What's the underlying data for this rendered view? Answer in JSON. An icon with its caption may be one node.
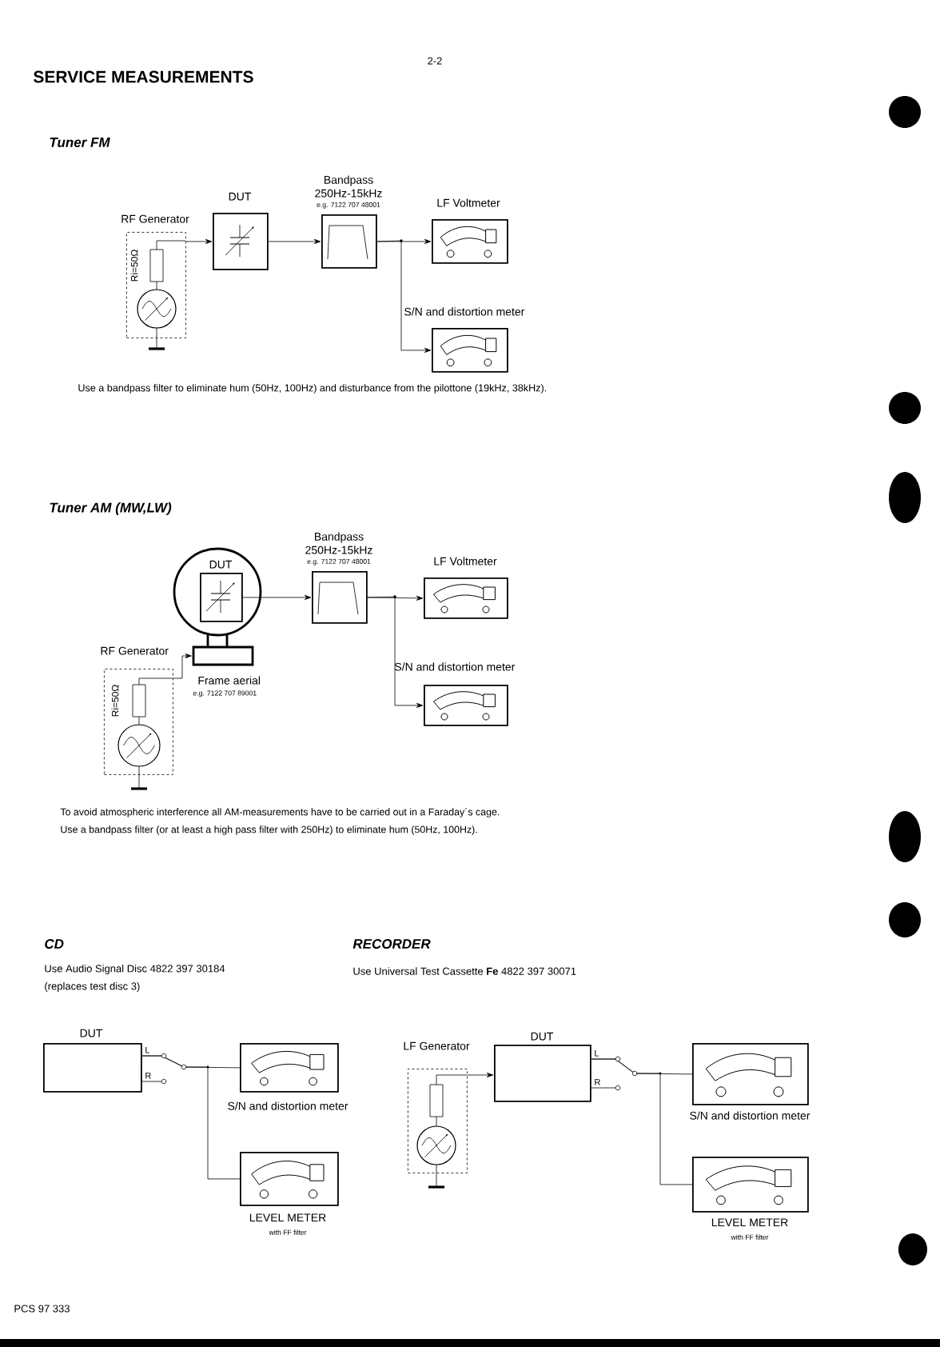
{
  "diagram": {
    "title": "SERVICE MEASUREMENTS",
    "nodes": [
      {
        "text": [
          "RF Generator"
        ]
      },
      {
        "text": [
          "DUT"
        ]
      },
      {
        "text": [
          "Bandpass 250Hz-15kHz",
          "e.g. 7122 707 48001"
        ]
      },
      {
        "text": [
          "LF Voltmeter"
        ]
      },
      {
        "text": [
          "S/N and distortion meter"
        ]
      },
      {
        "text": [
          "Frame aerial",
          "e.g. 7122 707 89001"
        ]
      },
      {
        "text": [
          "DUT"
        ],
        "in": 5
      },
      {
        "text": [
          "RF Generator"
        ]
      },
      {
        "text": [
          "Bandpass 250Hz-15kHz",
          "e.g. 7122 707 48001"
        ]
      },
      {
        "text": [
          "LF Voltmeter"
        ]
      },
      {
        "text": [
          "S/N and distortion meter"
        ]
      },
      {
        "text": [
          "DUT"
        ],
        "beside": [
          "L",
          "R"
        ]
      },
      {
        "text": [
          "S/N and distortion meter"
        ]
      },
      {
        "text": [
          "LEVEL METER",
          "with FF filter"
        ]
      },
      {
        "text": [
          "LF Generator"
        ]
      },
      {
        "text": [
          "DUT"
        ],
        "beside": [
          "L",
          "R"
        ]
      },
      {
        "text": [
          "S/N and distortion meter"
        ]
      },
      {
        "text": [
          "LEVEL METER",
          "with FF filter"
        ]
      }
    ],
    "edges": [
      {
        "from": 0,
        "to": 1,
        "arrow": "to"
      },
      {
        "from": 1,
        "to": 2,
        "arrow": "to"
      },
      {
        "from": 2,
        "to": 3,
        "arrow": "to"
      },
      {
        "from": 2,
        "to": 4,
        "arrow": "to"
      },
      {
        "from": 7,
        "to": 5,
        "arrow": "to"
      },
      {
        "from": 6,
        "to": 8,
        "arrow": "to"
      },
      {
        "from": 8,
        "to": 9,
        "arrow": "to"
      },
      {
        "from": 8,
        "to": 10,
        "arrow": "to"
      },
      {
        "from": 11,
        "to": 12,
        "arrow": "none"
      },
      {
        "from": 11,
        "to": 13,
        "arrow": "none"
      },
      {
        "from": 14,
        "to": 15,
        "arrow": "to"
      },
      {
        "from": 15,
        "to": 16,
        "arrow": "none"
      },
      {
        "from": 15,
        "to": 17,
        "arrow": "none"
      }
    ],
    "labels": [
      "2-2",
      "Tuner FM",
      "Ri=50Ω",
      "Use a bandpass filter to eliminate hum (50Hz, 100Hz) and disturbance from the pilottone (19kHz, 38kHz).",
      "Tuner AM (MW,LW)",
      "Ri=50Ω",
      "To avoid atmospheric interference all AM-measurements have to be carried out in a Faraday´s cage.",
      "Use a bandpass filter (or at least a high pass filter with 250Hz) to eliminate hum (50Hz, 100Hz).",
      "CD",
      "Use Audio Signal Disc 4822 397 30184",
      "(replaces test disc 3)",
      "RECORDER",
      "Use Universal Test Cassette **Fe** 4822 397 30071",
      "PCS 97 333"
    ]
  }
}
